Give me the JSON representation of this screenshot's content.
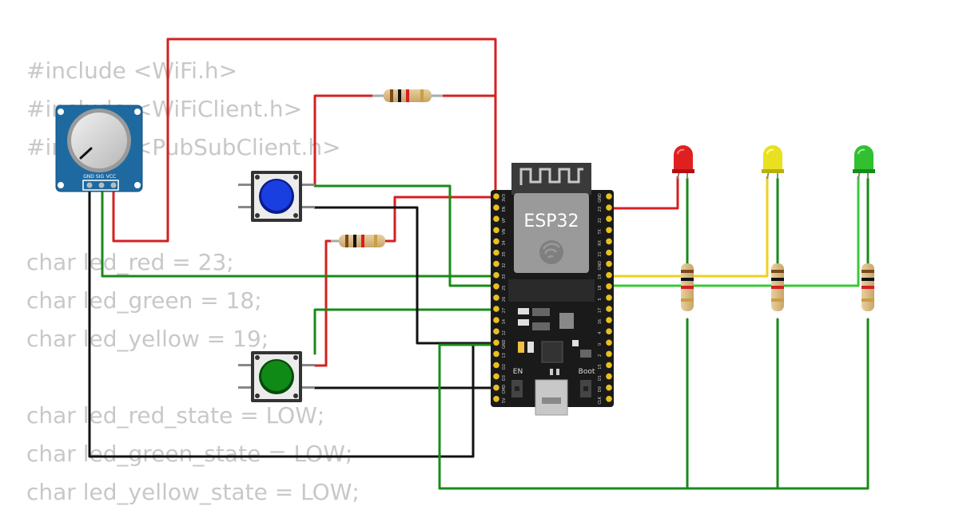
{
  "code_lines": [
    "#include <WiFi.h>",
    "#include <WiFiClient.h>",
    "#include <PubSubClient.h>",
    "",
    "",
    "char led_red = 23;",
    "char led_green = 18;",
    "char led_yellow = 19;",
    "",
    "char led_red_state = LOW;",
    "char led_green_state = LOW;",
    "char led_yellow_state = LOW;"
  ],
  "esp32": {
    "label": "ESP32",
    "en_label": "EN",
    "boot_label": "Boot",
    "left_pins": [
      "3V3",
      "EN",
      "VP",
      "VN",
      "34",
      "35",
      "32",
      "33",
      "25",
      "26",
      "27",
      "14",
      "12",
      "GND",
      "13",
      "D2",
      "D3",
      "CMD",
      "5V"
    ],
    "right_pins": [
      "GND",
      "23",
      "22",
      "TX",
      "RX",
      "21",
      "GND",
      "19",
      "18",
      "5",
      "17",
      "16",
      "4",
      "0",
      "2",
      "15",
      "D1",
      "D0",
      "CLK"
    ]
  },
  "potentiometer": {
    "pin_labels": [
      "GND",
      "SIG",
      "VCC"
    ]
  },
  "buttons": [
    {
      "name": "blue-pushbutton",
      "color": "#1a3fe0"
    },
    {
      "name": "green-pushbutton",
      "color": "#0f8a17"
    }
  ],
  "leds": [
    {
      "name": "red-led",
      "color": "#e02020"
    },
    {
      "name": "yellow-led",
      "color": "#e8e020"
    },
    {
      "name": "green-led",
      "color": "#30c030"
    }
  ],
  "wire_colors": {
    "red": "#d42020",
    "green": "#1a8a1a",
    "black": "#111111",
    "yellow": "#f0d020",
    "lightgreen": "#3ac83a"
  }
}
